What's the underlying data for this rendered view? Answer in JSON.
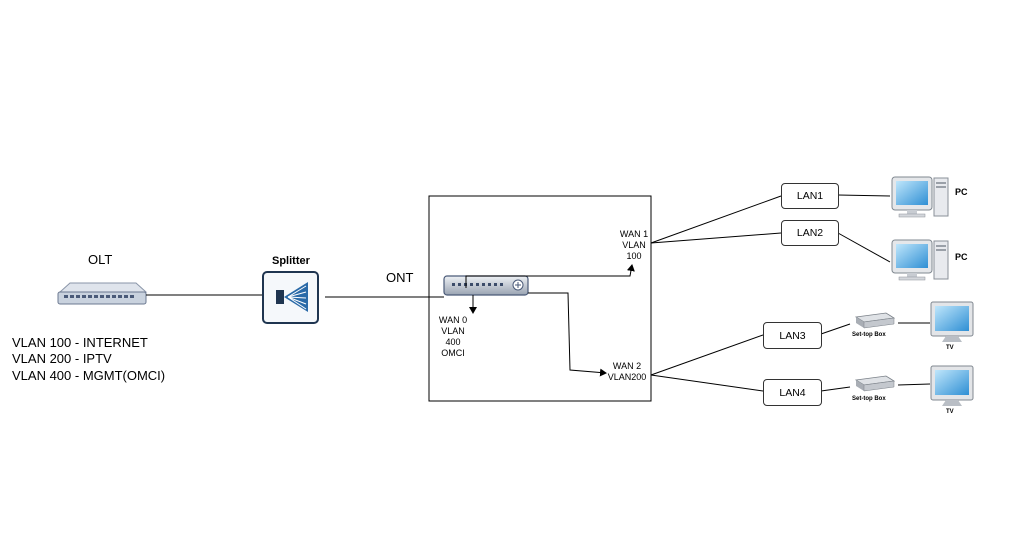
{
  "olt": {
    "label": "OLT"
  },
  "vlans": [
    "VLAN 100 - INTERNET",
    "VLAN 200 - IPTV",
    "VLAN 400 - MGMT(OMCI)"
  ],
  "splitter": {
    "label": "Splitter"
  },
  "ont": {
    "label": "ONT",
    "wan1": [
      "WAN 1",
      "VLAN",
      "100"
    ],
    "wan0": [
      "WAN 0",
      "VLAN",
      "400",
      "OMCI"
    ],
    "wan2": [
      "WAN 2",
      "VLAN200"
    ]
  },
  "lans": [
    "LAN1",
    "LAN2",
    "LAN3",
    "LAN4"
  ],
  "devices": {
    "pc1": "PC",
    "pc2": "PC",
    "stb1": "Set-top Box",
    "stb2": "Set-top Box",
    "tv1": "TV",
    "tv2": "TV"
  }
}
